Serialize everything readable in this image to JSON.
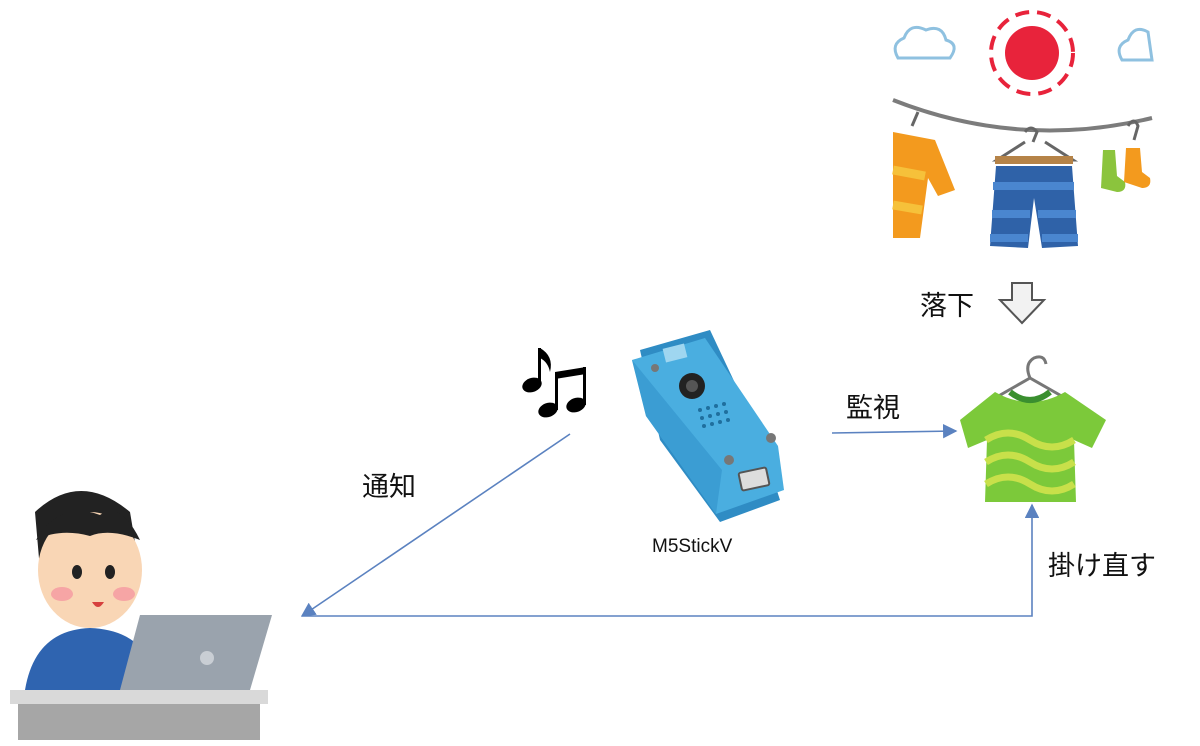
{
  "labels": {
    "notify": "通知",
    "device": "M5StickV",
    "monitor": "監視",
    "fall": "落下",
    "rehang": "掛け直す"
  },
  "colors": {
    "arrow": "#5b82c0",
    "device_body": "#4aaee0",
    "shirt": "#7cc93a",
    "sun": "#e8233b"
  },
  "icons": [
    "person-laptop-icon",
    "music-notes-icon",
    "m5stickv-camera-icon",
    "t-shirt-on-hanger-icon",
    "laundry-line-icon",
    "sun-icon",
    "cloud-icon",
    "down-arrow-icon"
  ]
}
